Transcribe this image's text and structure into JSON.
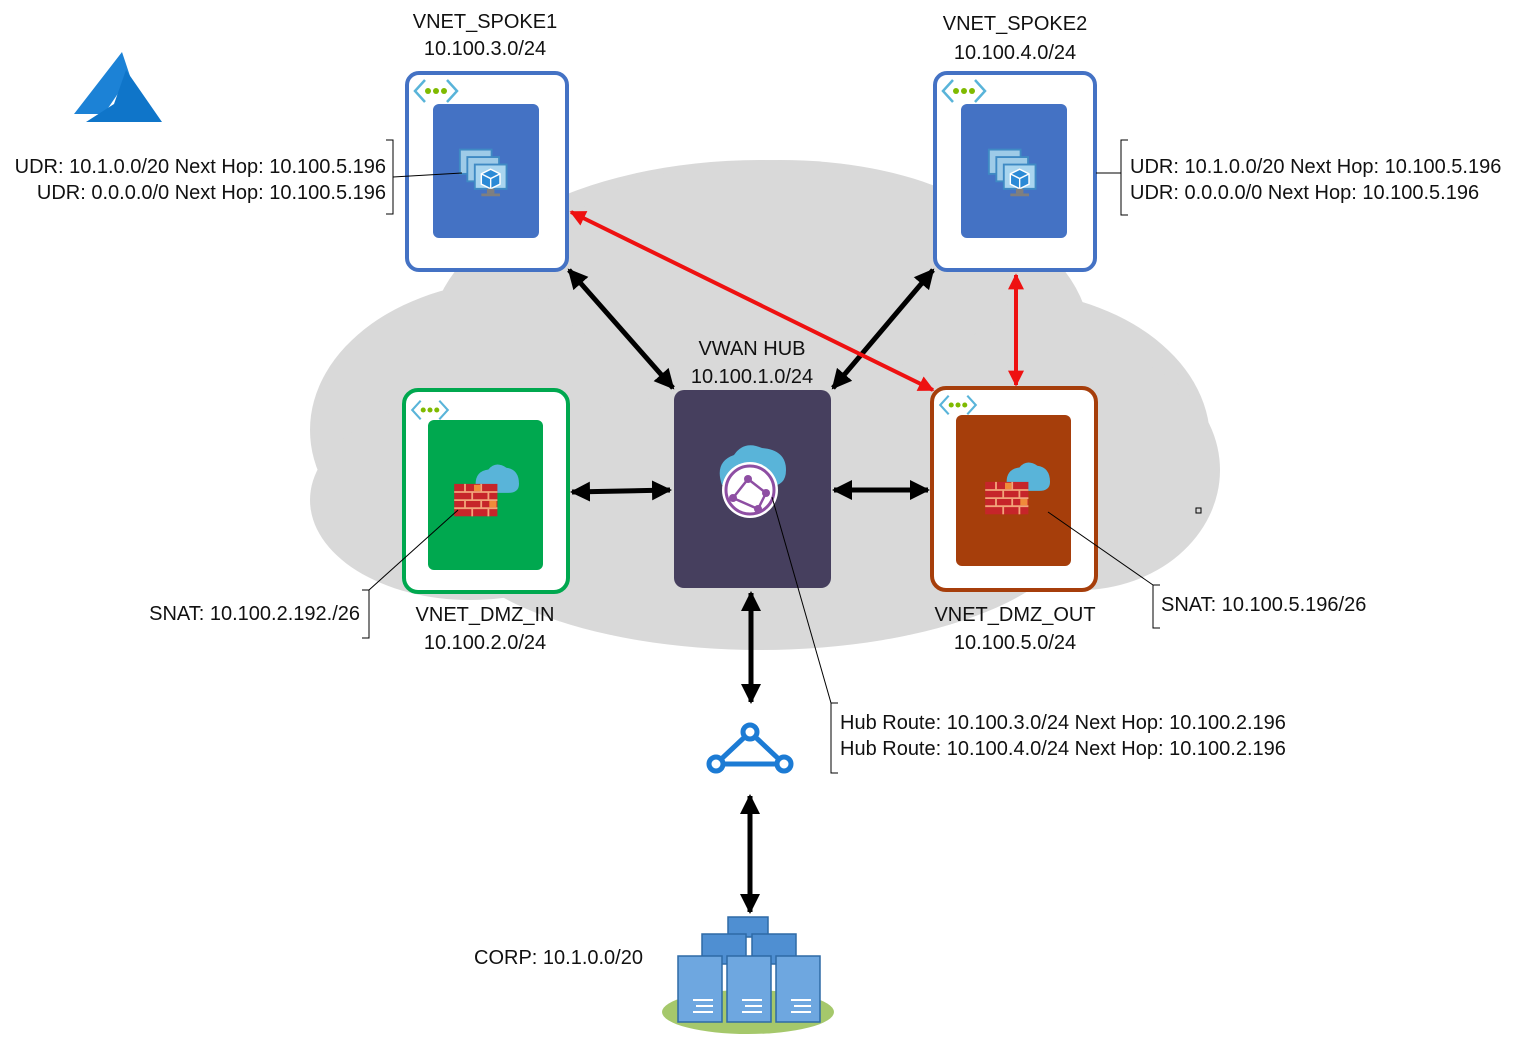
{
  "vnets": {
    "spoke1": {
      "name": "VNET_SPOKE1",
      "cidr": "10.100.3.0/24",
      "color": "#4472c4"
    },
    "spoke2": {
      "name": "VNET_SPOKE2",
      "cidr": "10.100.4.0/24",
      "color": "#4472c4"
    },
    "dmz_in": {
      "name": "VNET_DMZ_IN",
      "cidr": "10.100.2.0/24",
      "color": "#00a84f"
    },
    "dmz_out": {
      "name": "VNET_DMZ_OUT",
      "cidr": "10.100.5.0/24",
      "color": "#a63e0b"
    }
  },
  "hub": {
    "name": "VWAN HUB",
    "cidr": "10.100.1.0/24",
    "color": "#463f5e"
  },
  "notes": {
    "spoke1_udr": [
      "UDR: 10.1.0.0/20  Next Hop: 10.100.5.196",
      "UDR: 0.0.0.0/0 Next Hop: 10.100.5.196"
    ],
    "spoke2_udr": [
      "UDR: 10.1.0.0/20  Next Hop: 10.100.5.196",
      "UDR: 0.0.0.0/0 Next Hop: 10.100.5.196"
    ],
    "dmz_in_snat": "SNAT: 10.100.2.192./26",
    "dmz_out_snat": "SNAT: 10.100.5.196/26",
    "hub_routes": [
      "Hub Route: 10.100.3.0/24 Next Hop: 10.100.2.196",
      "Hub Route: 10.100.4.0/24 Next Hop: 10.100.2.196"
    ]
  },
  "corp": {
    "label": "CORP: 10.1.0.0/20"
  },
  "icons": [
    "azure-logo-icon",
    "vnet-icon",
    "virtual-machine-icon",
    "firewall-icon",
    "virtual-wan-icon",
    "vpn-gateway-icon",
    "server-cluster-icon"
  ],
  "colors": {
    "traffic_flow": "#ee1111",
    "peering": "#000000",
    "cloud": "#d9d9d9"
  }
}
